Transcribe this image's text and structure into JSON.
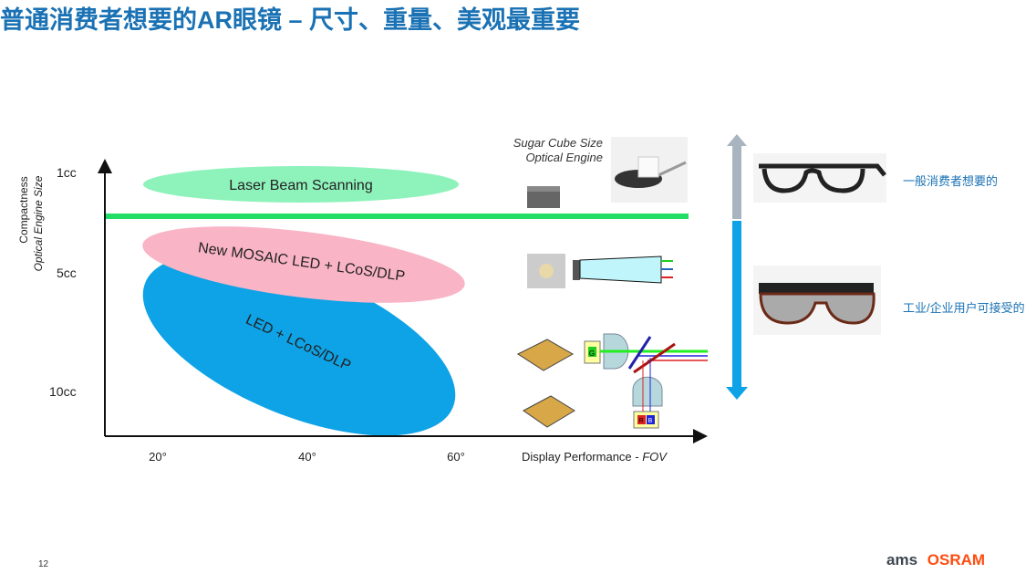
{
  "title": "普通消费者想要的AR眼镜 – 尺寸、重量、美观最重要",
  "y_axis": {
    "title_line1": "Compactness",
    "title_line2": "Optical Engine Size",
    "ticks": [
      "1cc",
      "5cc",
      "10cc"
    ]
  },
  "x_axis": {
    "title": "Display Performance - ",
    "title_em": "FOV",
    "ticks": [
      "20°",
      "40°",
      "60°"
    ]
  },
  "ellipses": {
    "laser": "Laser Beam Scanning",
    "mosaic": "New MOSAIC LED + LCoS/DLP",
    "led": "LED + LCoS/DLP"
  },
  "sugar_cube": {
    "line1": "Sugar Cube Size",
    "line2": "Optical Engine"
  },
  "diagram_labels": {
    "g": "G",
    "r": "R",
    "b": "B"
  },
  "right": {
    "consumer": "一般消费者想要的",
    "industrial": "工业/企业用户可接受的"
  },
  "page_number": "12",
  "logo": {
    "ams": "ams",
    "osram": "OSRAM"
  },
  "colors": {
    "title": "#1a72b4",
    "green_line": "#22dd66",
    "laser": "#8ef2bb",
    "mosaic": "#f9b4c6",
    "led": "#0ea2e6",
    "osram": "#ff4d10"
  }
}
